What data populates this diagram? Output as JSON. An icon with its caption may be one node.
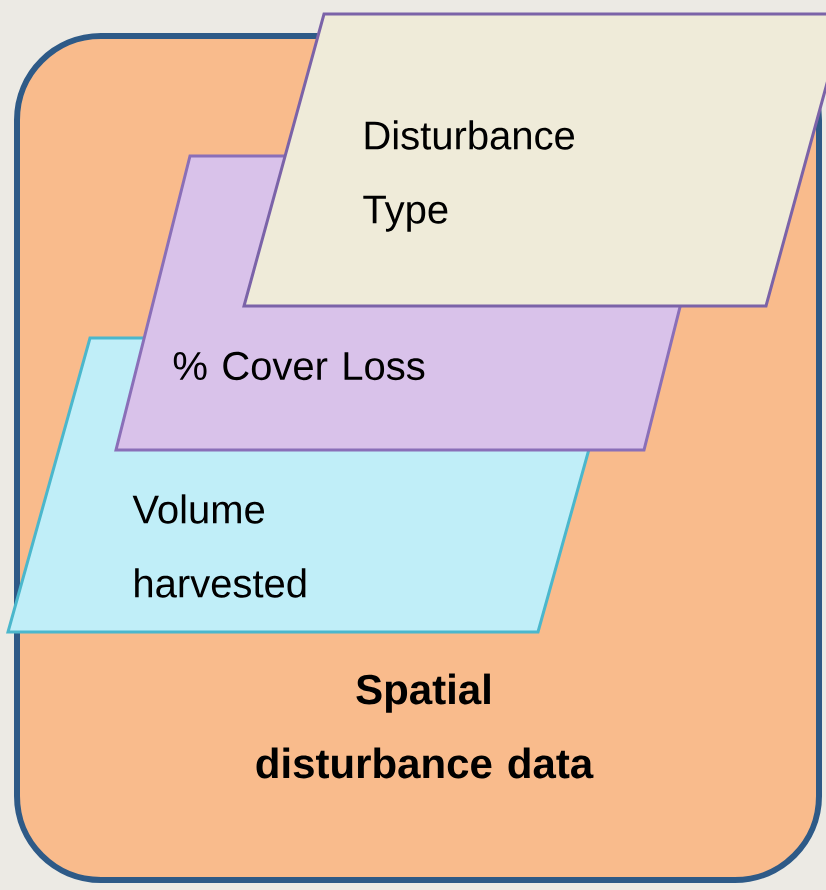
{
  "diagram": {
    "nodes": [
      {
        "text": [
          "Spatial disturbance data"
        ]
      },
      {
        "text": [
          "Disturbance Type"
        ]
      },
      {
        "text": [
          "% Cover Loss"
        ],
        "in": 0
      },
      {
        "text": [
          "Volume harvested"
        ],
        "in": 0
      }
    ]
  }
}
